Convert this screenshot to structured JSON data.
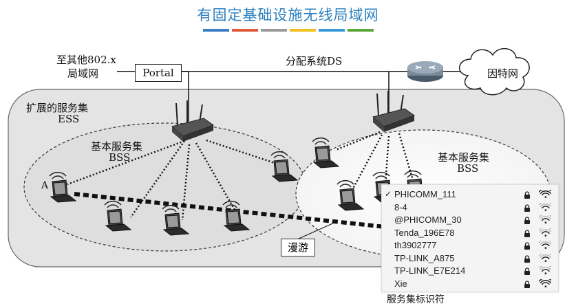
{
  "title": "有固定基础设施无线局域网",
  "color_bar": [
    "#3a7fc4",
    "#e05a3a",
    "#999999",
    "#f0c020",
    "#3a9ad9",
    "#5aa63a"
  ],
  "labels": {
    "other_lan_line1": "至其他802.x",
    "other_lan_line2": "局域网",
    "portal": "Portal",
    "ds": "分配系统DS",
    "internet": "因特网",
    "ess_line1": "扩展的服务集",
    "ess_line2": "ESS",
    "bss_left_line1": "基本服务集",
    "bss_left_line2": "BSS",
    "bss_right_line1": "基本服务集",
    "bss_right_line2": "BSS",
    "station_a": "A",
    "roam": "漫游",
    "ssid_caption": "服务集标识符"
  },
  "wifi_list": [
    {
      "check": "✓",
      "name": "PHICOMM_111",
      "locked": true,
      "signal": 4
    },
    {
      "check": "",
      "name": "8-4",
      "locked": true,
      "signal": 2
    },
    {
      "check": "",
      "name": "@PHICOMM_30",
      "locked": true,
      "signal": 2
    },
    {
      "check": "",
      "name": "Tenda_196E78",
      "locked": true,
      "signal": 2
    },
    {
      "check": "",
      "name": "th3902777",
      "locked": true,
      "signal": 2
    },
    {
      "check": "",
      "name": "TP-LINK_A875",
      "locked": true,
      "signal": 2
    },
    {
      "check": "",
      "name": "TP-LINK_E7E214",
      "locked": true,
      "signal": 2
    },
    {
      "check": "",
      "name": "Xie",
      "locked": true,
      "signal": 4
    }
  ]
}
